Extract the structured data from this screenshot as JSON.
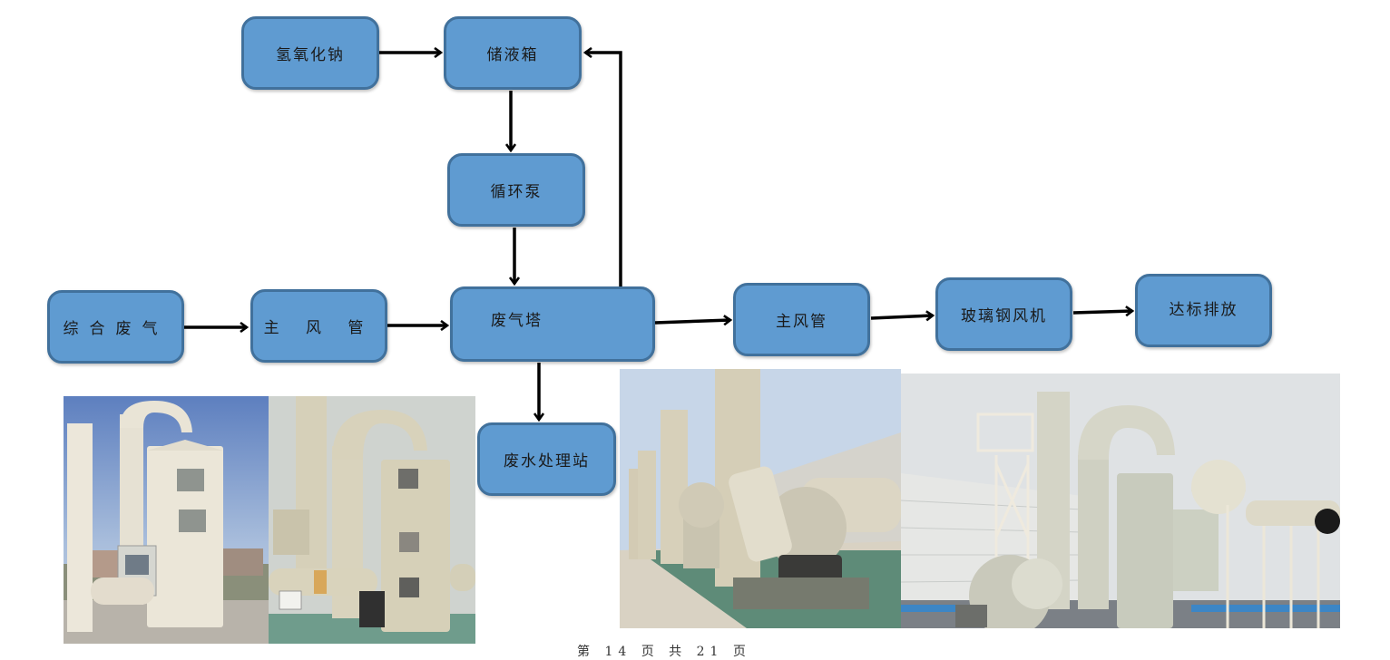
{
  "diagram": {
    "nodes": {
      "naoh": "氢氧化钠",
      "storage_tank": "储液箱",
      "circulation_pump": "循环泵",
      "mixed_exhaust": "综合废气",
      "main_duct_left": "主 风 管",
      "exhaust_tower": "废气塔",
      "wastewater_station": "废水处理站",
      "main_duct_right": "主风管",
      "frp_fan": "玻璃钢风机",
      "compliant_discharge": "达标排放"
    },
    "edges": [
      {
        "from": "氢氧化钠",
        "to": "储液箱"
      },
      {
        "from": "储液箱",
        "to": "循环泵"
      },
      {
        "from": "循环泵",
        "to": "废气塔"
      },
      {
        "from": "废气塔",
        "to": "储液箱"
      },
      {
        "from": "综合废气",
        "to": "主 风 管"
      },
      {
        "from": "主 风 管",
        "to": "废气塔"
      },
      {
        "from": "废气塔",
        "to": "废水处理站"
      },
      {
        "from": "废气塔",
        "to": "主风管"
      },
      {
        "from": "主风管",
        "to": "玻璃钢风机"
      },
      {
        "from": "玻璃钢风机",
        "to": "达标排放"
      }
    ]
  },
  "photos": [
    {
      "subject": "scrubber tower with control cabinet"
    },
    {
      "subject": "beige scrubber tower with inspection windows"
    },
    {
      "subject": "row of FRP fans and exhaust stacks on rooftop"
    },
    {
      "subject": "scrubber tower, stack, ladder platform and fan"
    }
  ],
  "footer": {
    "page_text": "第 14 页 共 21 页"
  }
}
